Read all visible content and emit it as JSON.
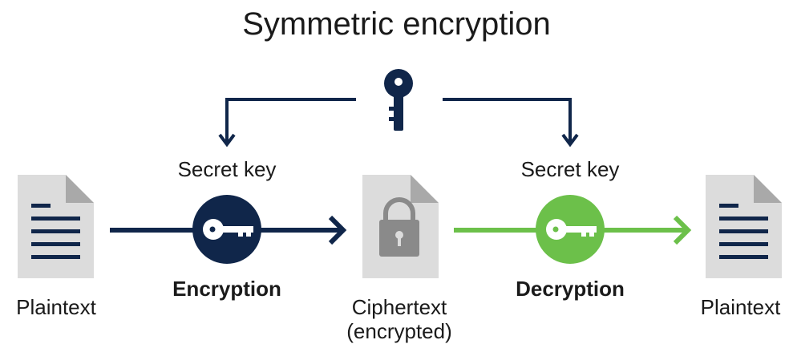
{
  "title": "Symmetric encryption",
  "labels": {
    "secret_key_left": "Secret key",
    "secret_key_right": "Secret key",
    "encryption": "Encryption",
    "decryption": "Decryption",
    "plaintext_left": "Plaintext",
    "ciphertext_line1": "Ciphertext",
    "ciphertext_line2": "(encrypted)",
    "plaintext_right": "Plaintext"
  },
  "colors": {
    "navy": "#10264a",
    "green": "#6cc04a",
    "doc_gray": "#dcdcdc",
    "doc_fold": "#a9a9a9",
    "lock_gray": "#8a8a8a"
  }
}
